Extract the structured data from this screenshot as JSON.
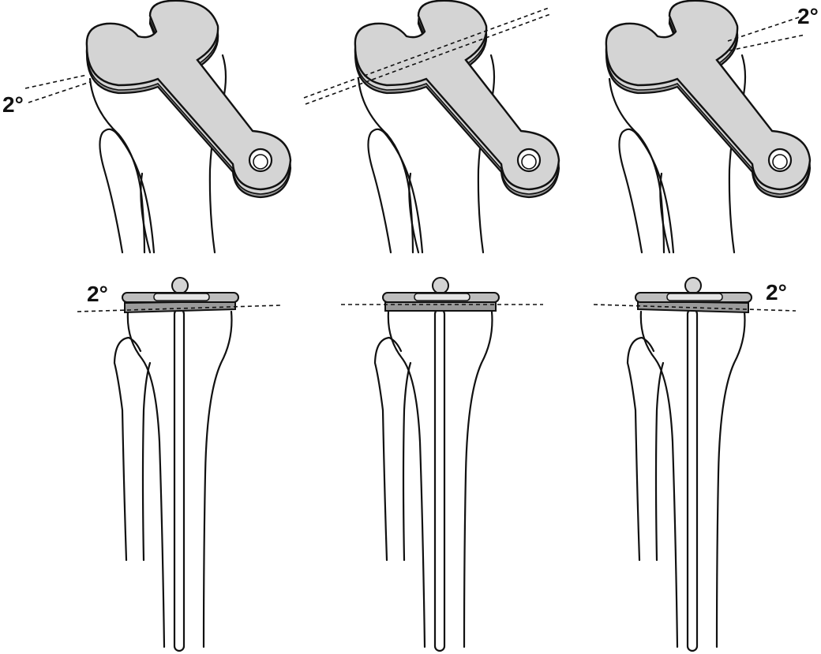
{
  "colors": {
    "plate_light": "#d4d4d4",
    "plate_dark": "#9a9a9a",
    "plate_highlight": "#e6e6e6",
    "line": "#111111"
  },
  "labels": {
    "top_left_angle": "2°",
    "top_right_angle": "2°",
    "bottom_left_angle": "2°",
    "bottom_right_angle": "2°"
  }
}
